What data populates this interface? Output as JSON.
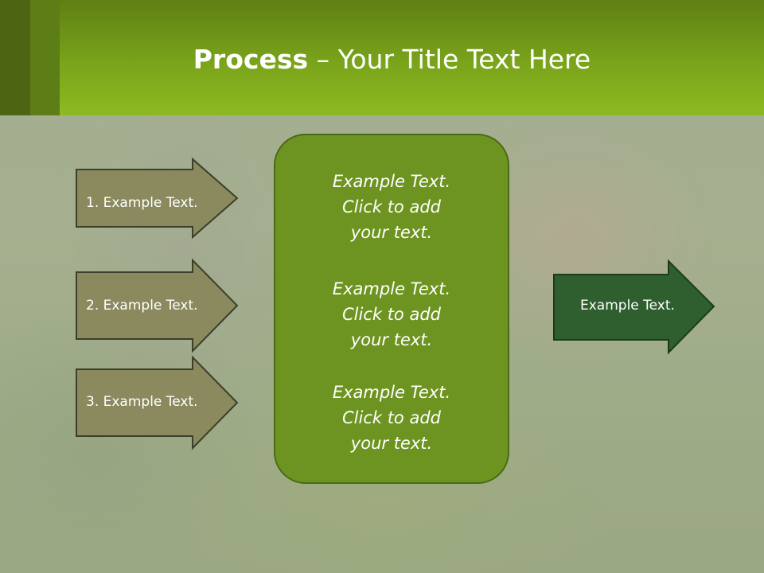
{
  "title": {
    "bold": "Process",
    "rest": " – Your Title Text Here"
  },
  "inputs": [
    {
      "label": "1. Example Text."
    },
    {
      "label": "2. Example Text."
    },
    {
      "label": "3. Example Text."
    }
  ],
  "center_blocks": [
    {
      "line1": "Example Text.",
      "line2": "Click  to add",
      "line3": "your text."
    },
    {
      "line1": "Example Text.",
      "line2": "Click  to add",
      "line3": "your text."
    },
    {
      "line1": "Example Text.",
      "line2": "Click  to add",
      "line3": "your text."
    }
  ],
  "output": {
    "label": "Example Text."
  },
  "colors": {
    "header": "#7aa41a",
    "input_arrow_fill": "#8a8a5e",
    "center_box_fill": "#6d9420",
    "output_arrow_fill": "#2f5f2f"
  }
}
